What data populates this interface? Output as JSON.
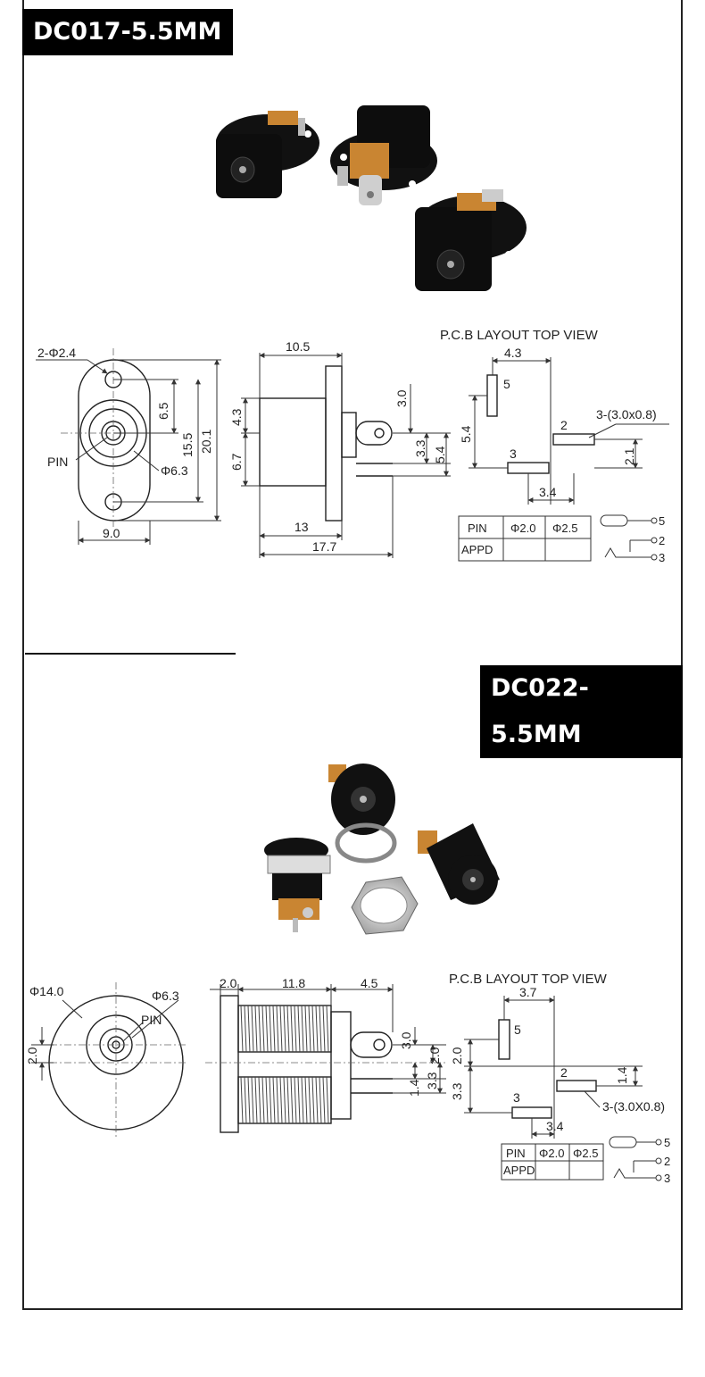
{
  "section1": {
    "title": "DC017-5.5MM",
    "front": {
      "hole": "2-Φ2.4",
      "d1": "6.5",
      "d2": "15.5",
      "d3": "20.1",
      "pin": "PIN",
      "dia": "Φ6.3",
      "width": "9.0"
    },
    "side": {
      "top": "10.5",
      "d43": "4.3",
      "d67": "6.7",
      "d30": "3.0",
      "d33": "3.3",
      "d54": "5.4",
      "bottom1": "13",
      "bottom2": "17.7"
    },
    "pcb": {
      "header": "P.C.B LAYOUT  TOP VIEW",
      "d43": "4.3",
      "d54": "5.4",
      "d21": "2.1",
      "d34": "3.4",
      "pad5": "5",
      "pad2": "2",
      "pad3": "3",
      "pads": "3-(3.0x0.8)"
    },
    "table": {
      "col1": "PIN",
      "col2": "Φ2.0",
      "col3": "Φ2.5",
      "row2": "APPD"
    },
    "schem": {
      "p5": "5",
      "p2": "2",
      "p3": "3"
    }
  },
  "section2": {
    "title": "DC022-5.5MM",
    "front": {
      "dia": "Φ14.0",
      "dia2": "Φ6.3",
      "pin": "PIN",
      "d20": "2.0"
    },
    "side": {
      "d20": "2.0",
      "d118": "11.8",
      "d45": "4.5",
      "d30": "3.0",
      "d20b": "2.0",
      "d33": "3.3",
      "d14": "1.4"
    },
    "pcb": {
      "header": "P.C.B LAYOUT TOP VIEW",
      "d37": "3.7",
      "d20": "2.0",
      "d33": "3.3",
      "d14": "1.4",
      "d34": "3.4",
      "pad5": "5",
      "pad2": "2",
      "pad3": "3",
      "pads": "3-(3.0X0.8)"
    },
    "table": {
      "col1": "PIN",
      "col2": "Φ2.0",
      "col3": "Φ2.5",
      "row2": "APPD"
    },
    "schem": {
      "p5": "5",
      "p2": "2",
      "p3": "3"
    }
  }
}
